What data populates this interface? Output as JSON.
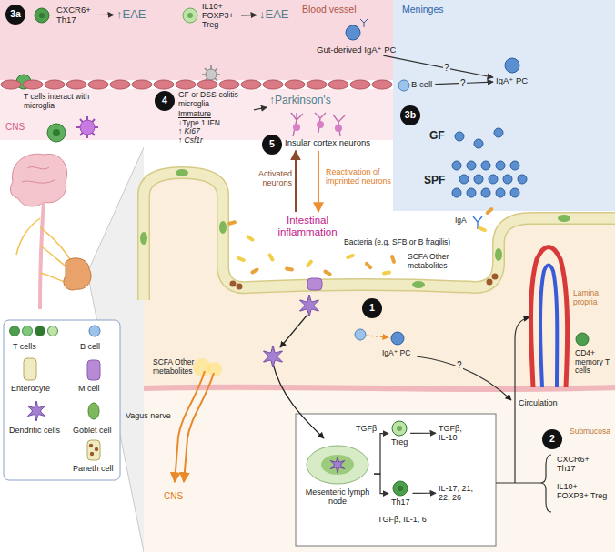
{
  "diagram": {
    "nodes": [
      {
        "text": [
          "3a"
        ]
      },
      {
        "text": [
          "CXCR6+ Th17"
        ]
      },
      {
        "text": [
          "↑EAE"
        ]
      },
      {
        "text": [
          "IL10+ FOXP3+ Treg"
        ]
      },
      {
        "text": [
          "↓EAE"
        ]
      },
      {
        "text": [
          "Gut-derived IgA⁺ PC"
        ]
      },
      {
        "text": [
          "IgA⁺ PC"
        ]
      },
      {
        "text": [
          "B cell"
        ]
      },
      {
        "text": [
          "3b"
        ]
      },
      {
        "text": [
          "4"
        ]
      },
      {
        "text": [
          "GF or DSS-colitis microglia",
          "Immature",
          "↓Type 1 IFN",
          "↑ Ki67",
          "↑ Csf1r"
        ]
      },
      {
        "text": [
          "↑Parkinson's"
        ]
      },
      {
        "text": [
          "5"
        ]
      },
      {
        "text": [
          "Insular cortex neurons"
        ]
      },
      {
        "text": [
          "Intestinal inflammation"
        ]
      },
      {
        "text": [
          "1"
        ]
      },
      {
        "text": [
          "Mesenteric lymph node"
        ]
      },
      {
        "text": [
          "Treg"
        ]
      },
      {
        "text": [
          "TGFβ, IL-10"
        ]
      },
      {
        "text": [
          "Th17"
        ]
      },
      {
        "text": [
          "IL-17, 21, 22, 26"
        ]
      },
      {
        "text": [
          "2"
        ]
      },
      {
        "text": [
          "CXCR6+ Th17"
        ]
      },
      {
        "text": [
          "IL10+ FOXP3+ Treg"
        ]
      }
    ],
    "edges": [
      {
        "from": 1,
        "to": 2,
        "arrow": "to"
      },
      {
        "from": 3,
        "to": 4,
        "arrow": "to"
      },
      {
        "from": 10,
        "to": 11,
        "arrow": "to"
      },
      {
        "from": 5,
        "to": 6,
        "label": "?",
        "arrow": "to"
      },
      {
        "from": 7,
        "to": 6,
        "label": "?",
        "arrow": "to"
      },
      {
        "from": 14,
        "to": 13,
        "label": "Activated neurons",
        "arrow": "to"
      },
      {
        "from": 13,
        "to": 14,
        "label": "Reactivation of imprinted neurons",
        "arrow": "to"
      },
      {
        "from": 16,
        "to": 17,
        "label": "TGFβ",
        "arrow": "to"
      },
      {
        "from": 16,
        "to": 19,
        "label": "TGFβ, IL-1, 6",
        "arrow": "to"
      },
      {
        "from": 17,
        "to": 18,
        "arrow": "to"
      },
      {
        "from": 19,
        "to": 20,
        "arrow": "to"
      }
    ],
    "labels": [
      "Blood vessel",
      "Meninges",
      "CNS",
      "T cells interact with microglia",
      "GF",
      "SPF",
      "Bacteria (e.g. SFB or B fragilis)",
      "SCFA Other metabolites",
      "IgA",
      "SCFA Other metabolites",
      "IgA⁺ PC",
      "?",
      "CD4+ memory T cells",
      "Lamina propria",
      "Circulation",
      "Submucosa",
      "Vagus nerve",
      "CNS"
    ],
    "legend": [
      {
        "text": "T cells"
      },
      {
        "text": "B cell"
      },
      {
        "text": "Enterocyte"
      },
      {
        "text": "M cell"
      },
      {
        "text": "Goblet cell"
      },
      {
        "text": "Dendritic cells"
      },
      {
        "text": "Paneth cell"
      }
    ]
  }
}
